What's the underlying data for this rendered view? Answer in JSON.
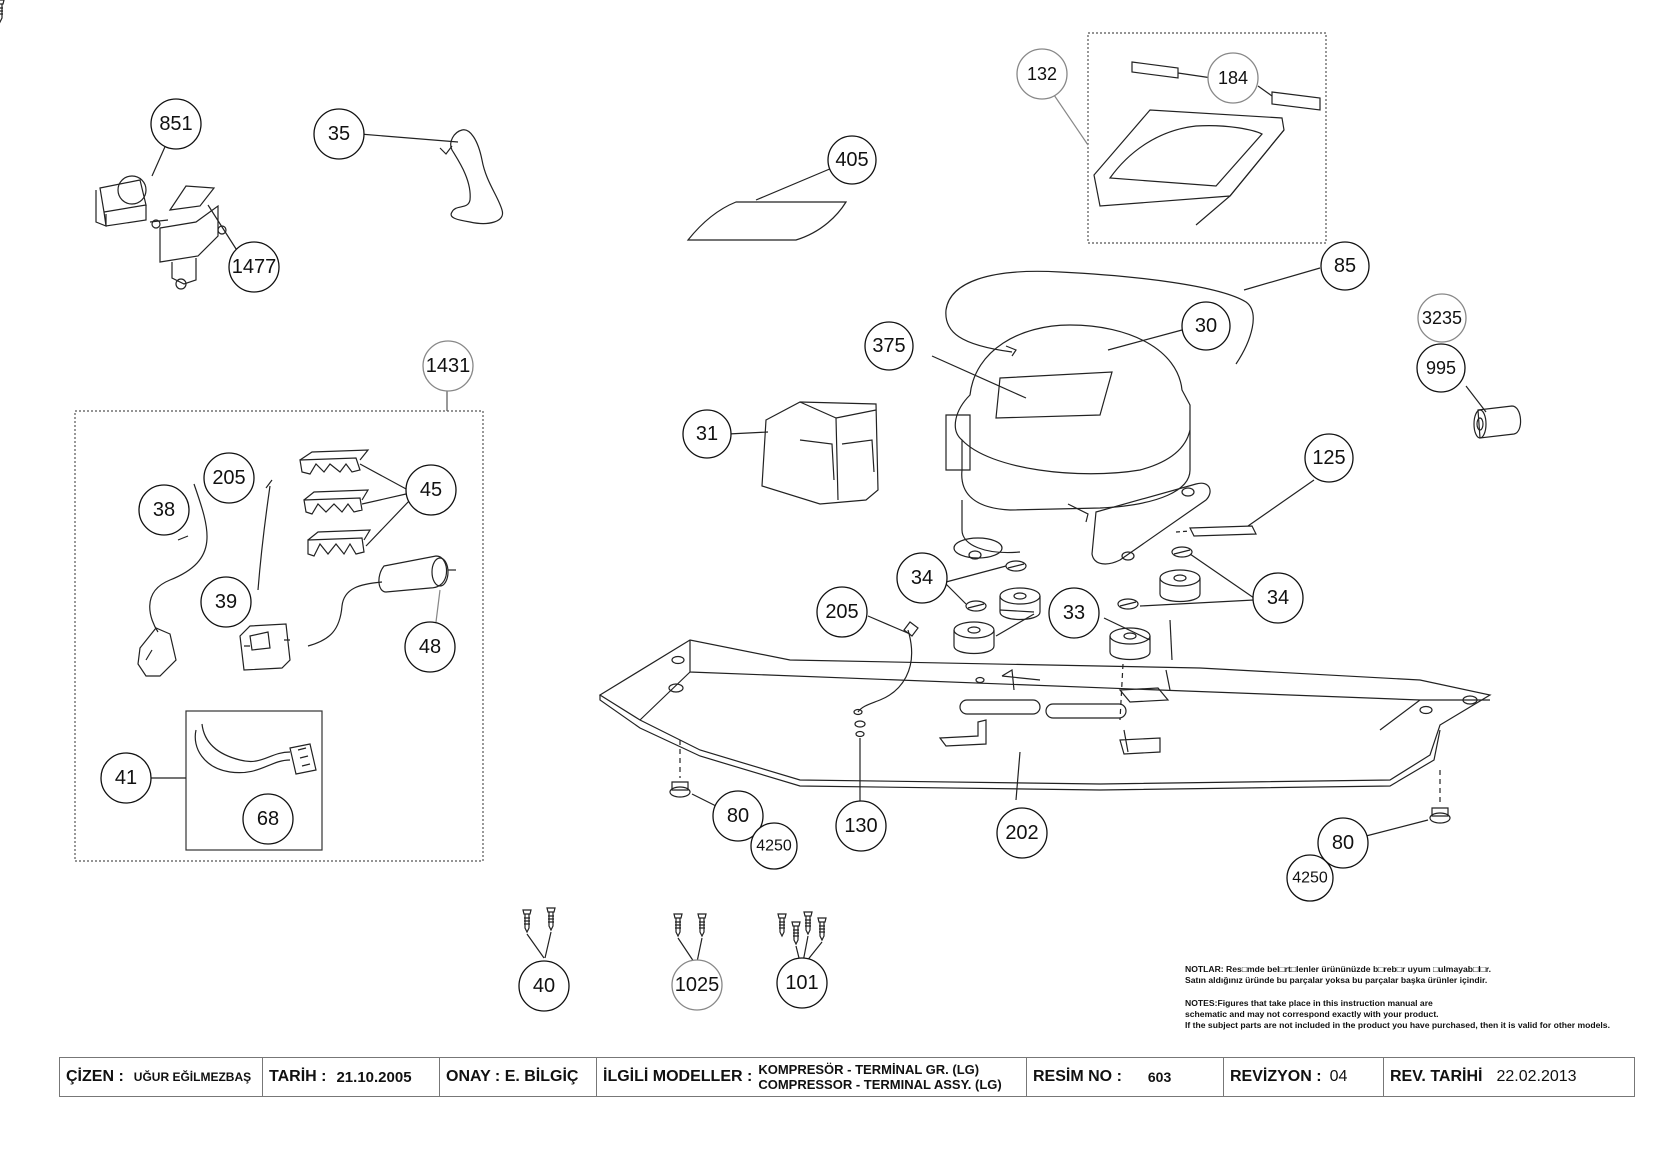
{
  "callouts": {
    "c851": "851",
    "c35": "35",
    "c1477": "1477",
    "c405": "405",
    "c132": "132",
    "c184": "184",
    "c85": "85",
    "c3235": "3235",
    "c995": "995",
    "c30": "30",
    "c375": "375",
    "c31": "31",
    "c125": "125",
    "c1431": "1431",
    "c205a": "205",
    "c45": "45",
    "c38": "38",
    "c39": "39",
    "c48": "48",
    "c41": "41",
    "c68": "68",
    "c34a": "34",
    "c34b": "34",
    "c33": "33",
    "c205b": "205",
    "c80a": "80",
    "c4250a": "4250",
    "c130": "130",
    "c202": "202",
    "c80b": "80",
    "c4250b": "4250",
    "c40": "40",
    "c1025": "1025",
    "c101": "101"
  },
  "notes": {
    "tr_line1": "NOTLAR: Res□mde bel□rt□lenler ürününüzde b□reb□r uyum □ulmayab□l□r.",
    "tr_line2": "Satın aldığınız üründe bu parçalar yoksa bu parçalar başka ürünler içindir.",
    "en_line1": "NOTES:Figures that take place in this instruction manual are",
    "en_line2": "schematic  and may not correspond exactly with your product.",
    "en_line3": "If the subject parts are not included in the product you have purchased, then it is valid for other models."
  },
  "title_block": {
    "cizen_label": "ÇİZEN :",
    "cizen_value": "UĞUR EĞİLMEZBAŞ",
    "tarih_label": "TARİH :",
    "tarih_value": "21.10.2005",
    "onay_label": "ONAY : E. BİLGİÇ",
    "ilgili_label": "İLGİLİ MODELLER :",
    "ilgili_line1": "KOMPRESÖR - TERMİNAL GR. (LG)",
    "ilgili_line2": "COMPRESSOR - TERMINAL ASSY. (LG)",
    "resim_label": "RESİM NO :",
    "resim_value": "603",
    "revizyon_label": "REVİZYON :",
    "revizyon_value": "04",
    "revtarih_label": "REV. TARİHİ",
    "revtarih_value": "22.02.2013"
  }
}
